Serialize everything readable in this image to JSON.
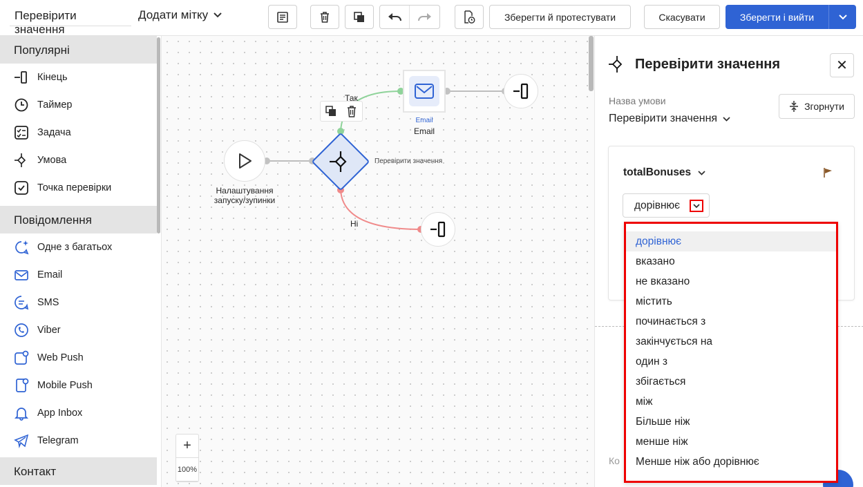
{
  "topbar": {
    "flow_name": "Перевірити значення",
    "add_tag": "Додати мітку",
    "save_test": "Зберегти й протестувати",
    "cancel": "Скасувати",
    "save_exit": "Зберегти і вийти"
  },
  "sidebar": {
    "sections": [
      {
        "title": "Популярні",
        "items": [
          "Кінець",
          "Таймер",
          "Задача",
          "Умова",
          "Точка перевірки"
        ]
      },
      {
        "title": "Повідомлення",
        "items": [
          "Одне з багатьох",
          "Email",
          "SMS",
          "Viber",
          "Web Push",
          "Mobile Push",
          "App Inbox",
          "Telegram"
        ]
      },
      {
        "title": "Контакт",
        "items": []
      }
    ]
  },
  "canvas": {
    "start_label_line1": "Налаштування",
    "start_label_line2": "запуску/зупинки",
    "condition_label": "Перевірити значення",
    "yes_label": "Так",
    "no_label": "Ні",
    "email_sublabel": "Email",
    "email_label": "Email",
    "zoom_plus": "+",
    "zoom_level": "100%"
  },
  "panel": {
    "title": "Перевірити значення",
    "condition_name_label": "Назва умови",
    "condition_name_value": "Перевірити значення",
    "collapse_label": "Згорнути",
    "field_name": "totalBonuses",
    "operator_value": "дорівнює",
    "bottom_cut_text": "Ко"
  },
  "dropdown": {
    "selected": "дорівнює",
    "options": [
      "дорівнює",
      "вказано",
      "не вказано",
      "містить",
      "починається з",
      "закінчується на",
      "один з",
      "збігається",
      "між",
      "Більше ніж",
      "менше ніж",
      "Менше ніж або дорівнює"
    ]
  },
  "colors": {
    "primary": "#2f63d4",
    "highlight": "#e00000",
    "yes_branch": "#8fd39a",
    "no_branch": "#f08a8a"
  }
}
